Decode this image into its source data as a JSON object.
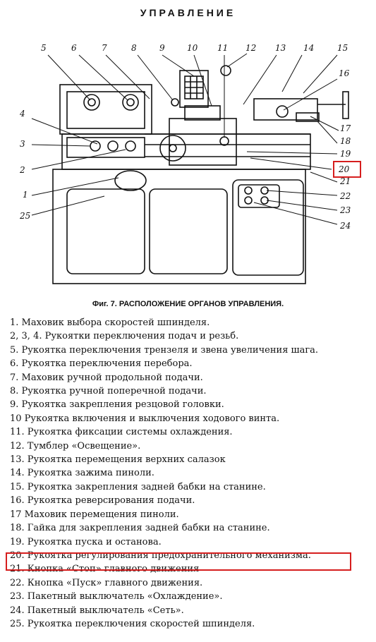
{
  "title": "УПРАВЛЕНИЕ",
  "callouts": {
    "n1": "1",
    "n2": "2",
    "n3": "3",
    "n4": "4",
    "n5": "5",
    "n6": "6",
    "n7": "7",
    "n8": "8",
    "n9": "9",
    "n10": "10",
    "n11": "11",
    "n12": "12",
    "n13": "13",
    "n14": "14",
    "n15": "15",
    "n16": "16",
    "n17": "17",
    "n18": "18",
    "n19": "19",
    "n20": "20",
    "n21": "21",
    "n22": "22",
    "n23": "23",
    "n24": "24",
    "n25": "25"
  },
  "caption": "Фиг. 7. РАСПОЛОЖЕНИЕ ОРГАНОВ УПРАВЛЕНИЯ.",
  "legend": [
    "1. Маховик выбора скоростей шпинделя.",
    "2, 3, 4. Рукоятки переключения подач и резьб.",
    "5. Рукоятка переключения трензеля и звена увеличения шага.",
    "6. Рукоятка переключения перебора.",
    "7. Маховик ручной продольной подачи.",
    "8. Рукоятка ручной поперечной подачи.",
    "9. Рукоятка закрепления резцовой головки.",
    "10 Рукоятка включения и выключения ходового винта.",
    "11. Рукоятка фиксации системы охлаждения.",
    "12. Тумблер «Освещение».",
    "13. Рукоятка перемещения верхних салазок",
    "14. Рукоятка зажима пиноли.",
    "15. Рукоятка закрепления задней бабки на станине.",
    "16. Рукоятка реверсирования подачи.",
    "17 Маховик перемещения пиноли.",
    "18. Гайка для закрепления задней бабки на станине.",
    "19. Рукоятка пуска и останова.",
    "20. Рукоятка регулирования предохранительного механизма.",
    "21. Кнопка «Стоп» главного движения",
    "22. Кнопка «Пуск» главного движения.",
    "23. Пакетный выключатель «Охлаждение».",
    "24. Пакетный выключатель «Сеть».",
    "25. Рукоятка переключения скоростей шпинделя."
  ],
  "highlight_color": "#d61e1e"
}
